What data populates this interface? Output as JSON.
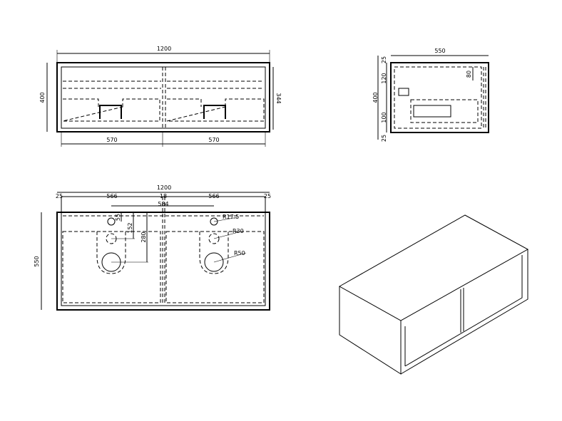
{
  "front_view": {
    "width": "1200",
    "height": "400",
    "inner_height": "344",
    "bay_left": "570",
    "bay_right": "570"
  },
  "side_view": {
    "width": "550",
    "height": "400",
    "top_offset": "25",
    "upper": "120",
    "lower": "100",
    "bottom_offset": "25",
    "notch": "80"
  },
  "plan_view": {
    "width": "1200",
    "depth": "550",
    "edge_left": "25",
    "bay_left": "566",
    "divider": "18",
    "bay_right": "566",
    "edge_right": "25",
    "tap_spacing": "584",
    "tap_offset": "55",
    "waste_offset": "152",
    "drain_offset": "280",
    "tap_radius": "R17.5",
    "waste_radius": "R30",
    "drain_radius": "R50"
  }
}
